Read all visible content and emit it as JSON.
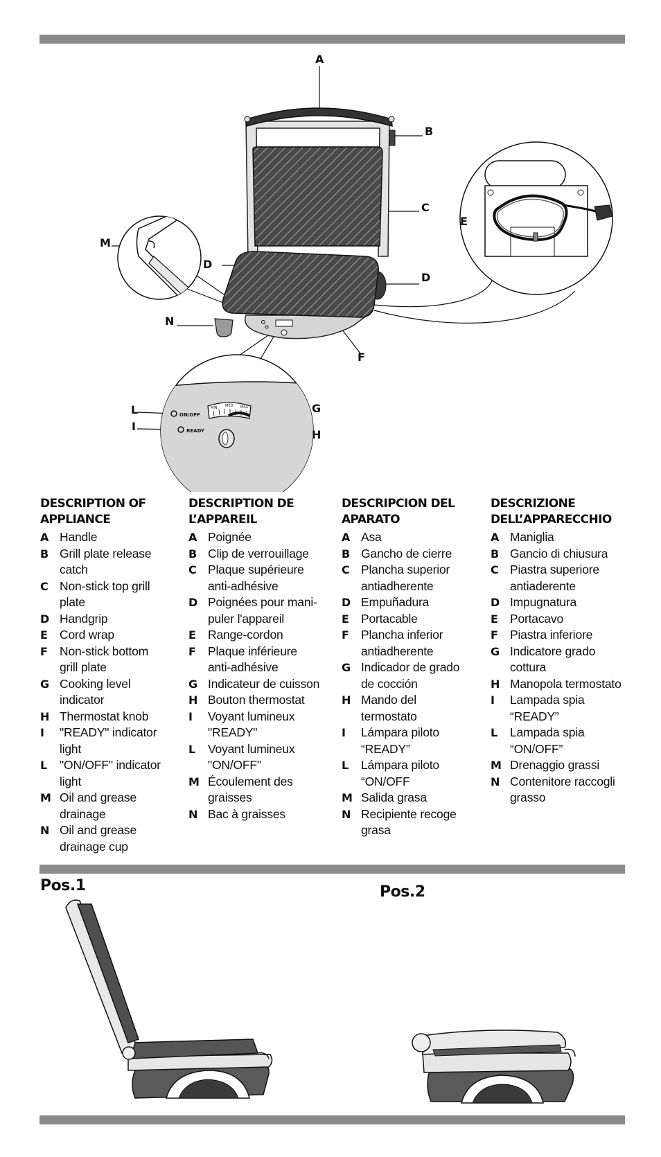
{
  "callouts": {
    "a": "A",
    "b": "B",
    "c": "C",
    "d_left": "D",
    "d_right": "D",
    "e": "E",
    "f": "F",
    "m": "M",
    "n": "N",
    "l": "L",
    "i": "I",
    "g": "G",
    "h": "H"
  },
  "panel_labels": {
    "on_off": "ON/OFF",
    "ready": "READY",
    "dial_left": "MIN",
    "dial_mid": "MED",
    "dial_right": "MAX"
  },
  "columns": [
    {
      "heading": [
        "DESCRIPTION OF",
        "APPLIANCE"
      ],
      "items": [
        {
          "letter": "A",
          "lines": [
            "Handle"
          ]
        },
        {
          "letter": "B",
          "lines": [
            "Grill plate release",
            "catch"
          ]
        },
        {
          "letter": "C",
          "lines": [
            "Non-stick top grill",
            "plate"
          ]
        },
        {
          "letter": "D",
          "lines": [
            "Handgrip"
          ]
        },
        {
          "letter": "E",
          "lines": [
            "Cord wrap"
          ]
        },
        {
          "letter": "F",
          "lines": [
            "Non-stick bottom",
            "grill plate"
          ]
        },
        {
          "letter": "G",
          "lines": [
            "Cooking level",
            "indicator"
          ]
        },
        {
          "letter": "H",
          "lines": [
            "Thermostat knob"
          ]
        },
        {
          "letter": "I",
          "lines": [
            "\"READY\" indicator",
            "light"
          ]
        },
        {
          "letter": "L",
          "lines": [
            "\"ON/OFF\" indicator",
            "light"
          ]
        },
        {
          "letter": "M",
          "lines": [
            "Oil and grease",
            "drainage"
          ]
        },
        {
          "letter": "N",
          "lines": [
            "Oil and grease",
            "drainage cup"
          ]
        }
      ]
    },
    {
      "heading": [
        "DESCRIPTION DE",
        "L’APPAREIL"
      ],
      "items": [
        {
          "letter": "A",
          "lines": [
            "Poignée"
          ]
        },
        {
          "letter": "B",
          "lines": [
            "Clip de verrouillage"
          ]
        },
        {
          "letter": "C",
          "lines": [
            "Plaque supérieure",
            "anti-adhésive"
          ]
        },
        {
          "letter": "D",
          "lines": [
            "Poignées pour mani-",
            "puler l'appareil"
          ]
        },
        {
          "letter": "E",
          "lines": [
            "Range-cordon"
          ]
        },
        {
          "letter": "F",
          "lines": [
            "Plaque inférieure",
            "anti-adhésive"
          ]
        },
        {
          "letter": "G",
          "lines": [
            "Indicateur de cuisson"
          ]
        },
        {
          "letter": "H",
          "lines": [
            "Bouton thermostat"
          ]
        },
        {
          "letter": "I",
          "lines": [
            "Voyant lumineux",
            "\"READY\""
          ]
        },
        {
          "letter": "L",
          "lines": [
            "Voyant lumineux",
            "\"ON/OFF\""
          ]
        },
        {
          "letter": "M",
          "lines": [
            "Écoulement des",
            "graisses"
          ]
        },
        {
          "letter": "N",
          "lines": [
            "Bac à graisses"
          ]
        }
      ]
    },
    {
      "heading": [
        "DESCRIPCION DEL",
        "APARATO"
      ],
      "items": [
        {
          "letter": "A",
          "lines": [
            "Asa"
          ]
        },
        {
          "letter": "B",
          "lines": [
            "Gancho de cierre"
          ]
        },
        {
          "letter": "C",
          "lines": [
            "Plancha superior",
            "antiadherente"
          ]
        },
        {
          "letter": "D",
          "lines": [
            "Empuñadura"
          ]
        },
        {
          "letter": "E",
          "lines": [
            "Portacable"
          ]
        },
        {
          "letter": "F",
          "lines": [
            "Plancha inferior",
            "antiadherente"
          ]
        },
        {
          "letter": "G",
          "lines": [
            "Indicador de grado",
            "de cocción"
          ]
        },
        {
          "letter": "H",
          "lines": [
            "Mando del",
            "termostato"
          ]
        },
        {
          "letter": "I",
          "lines": [
            "Lámpara piloto",
            "“READY”"
          ]
        },
        {
          "letter": "L",
          "lines": [
            "Lámpara piloto",
            "“ON/OFF"
          ]
        },
        {
          "letter": "M",
          "lines": [
            "Salida grasa"
          ]
        },
        {
          "letter": "N",
          "lines": [
            "Recipiente recoge",
            "grasa"
          ]
        }
      ]
    },
    {
      "heading": [
        "DESCRIZIONE",
        "DELL’APPARECCHIO"
      ],
      "items": [
        {
          "letter": "A",
          "lines": [
            "Maniglia"
          ]
        },
        {
          "letter": "B",
          "lines": [
            "Gancio di chiusura"
          ]
        },
        {
          "letter": "C",
          "lines": [
            "Piastra superiore",
            "antiaderente"
          ]
        },
        {
          "letter": "D",
          "lines": [
            "Impugnatura"
          ]
        },
        {
          "letter": "E",
          "lines": [
            "Portacavo"
          ]
        },
        {
          "letter": "F",
          "lines": [
            "Piastra inferiore"
          ]
        },
        {
          "letter": "G",
          "lines": [
            "Indicatore grado",
            "cottura"
          ]
        },
        {
          "letter": "H",
          "lines": [
            "Manopola termostato"
          ]
        },
        {
          "letter": "I",
          "lines": [
            "Lampada spia",
            "“READY”"
          ]
        },
        {
          "letter": "L",
          "lines": [
            "Lampada spia",
            "“ON/OFF”"
          ]
        },
        {
          "letter": "M",
          "lines": [
            "Drenaggio grassi"
          ]
        },
        {
          "letter": "N",
          "lines": [
            "Contenitore raccogli",
            "grasso"
          ]
        }
      ]
    }
  ],
  "positions": {
    "pos1": "Pos.1",
    "pos2": "Pos.2"
  }
}
